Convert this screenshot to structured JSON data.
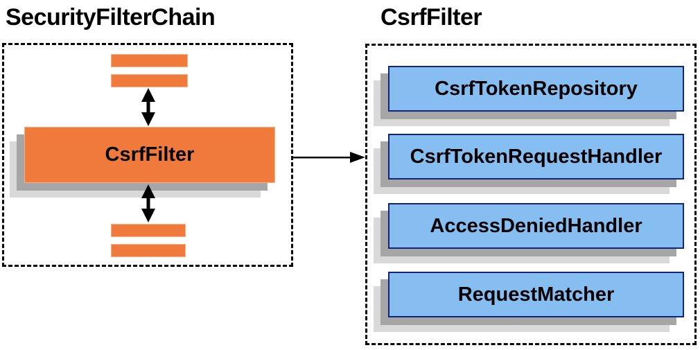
{
  "colors": {
    "orange": "#F0793C",
    "orange-border": "#F9AE84",
    "blue": "#87BEF2",
    "blue-border": "#11247A",
    "shadow-dark": "#A6A6A6",
    "shadow-light": "#D9D9D9",
    "line": "#000000"
  },
  "left_panel": {
    "title": "SecurityFilterChain",
    "filter_box_label": "CsrfFilter"
  },
  "right_panel": {
    "title": "CsrfFilter",
    "components": [
      {
        "label": "CsrfTokenRepository"
      },
      {
        "label": "CsrfTokenRequestHandler"
      },
      {
        "label": "AccessDeniedHandler"
      },
      {
        "label": "RequestMatcher"
      }
    ]
  }
}
